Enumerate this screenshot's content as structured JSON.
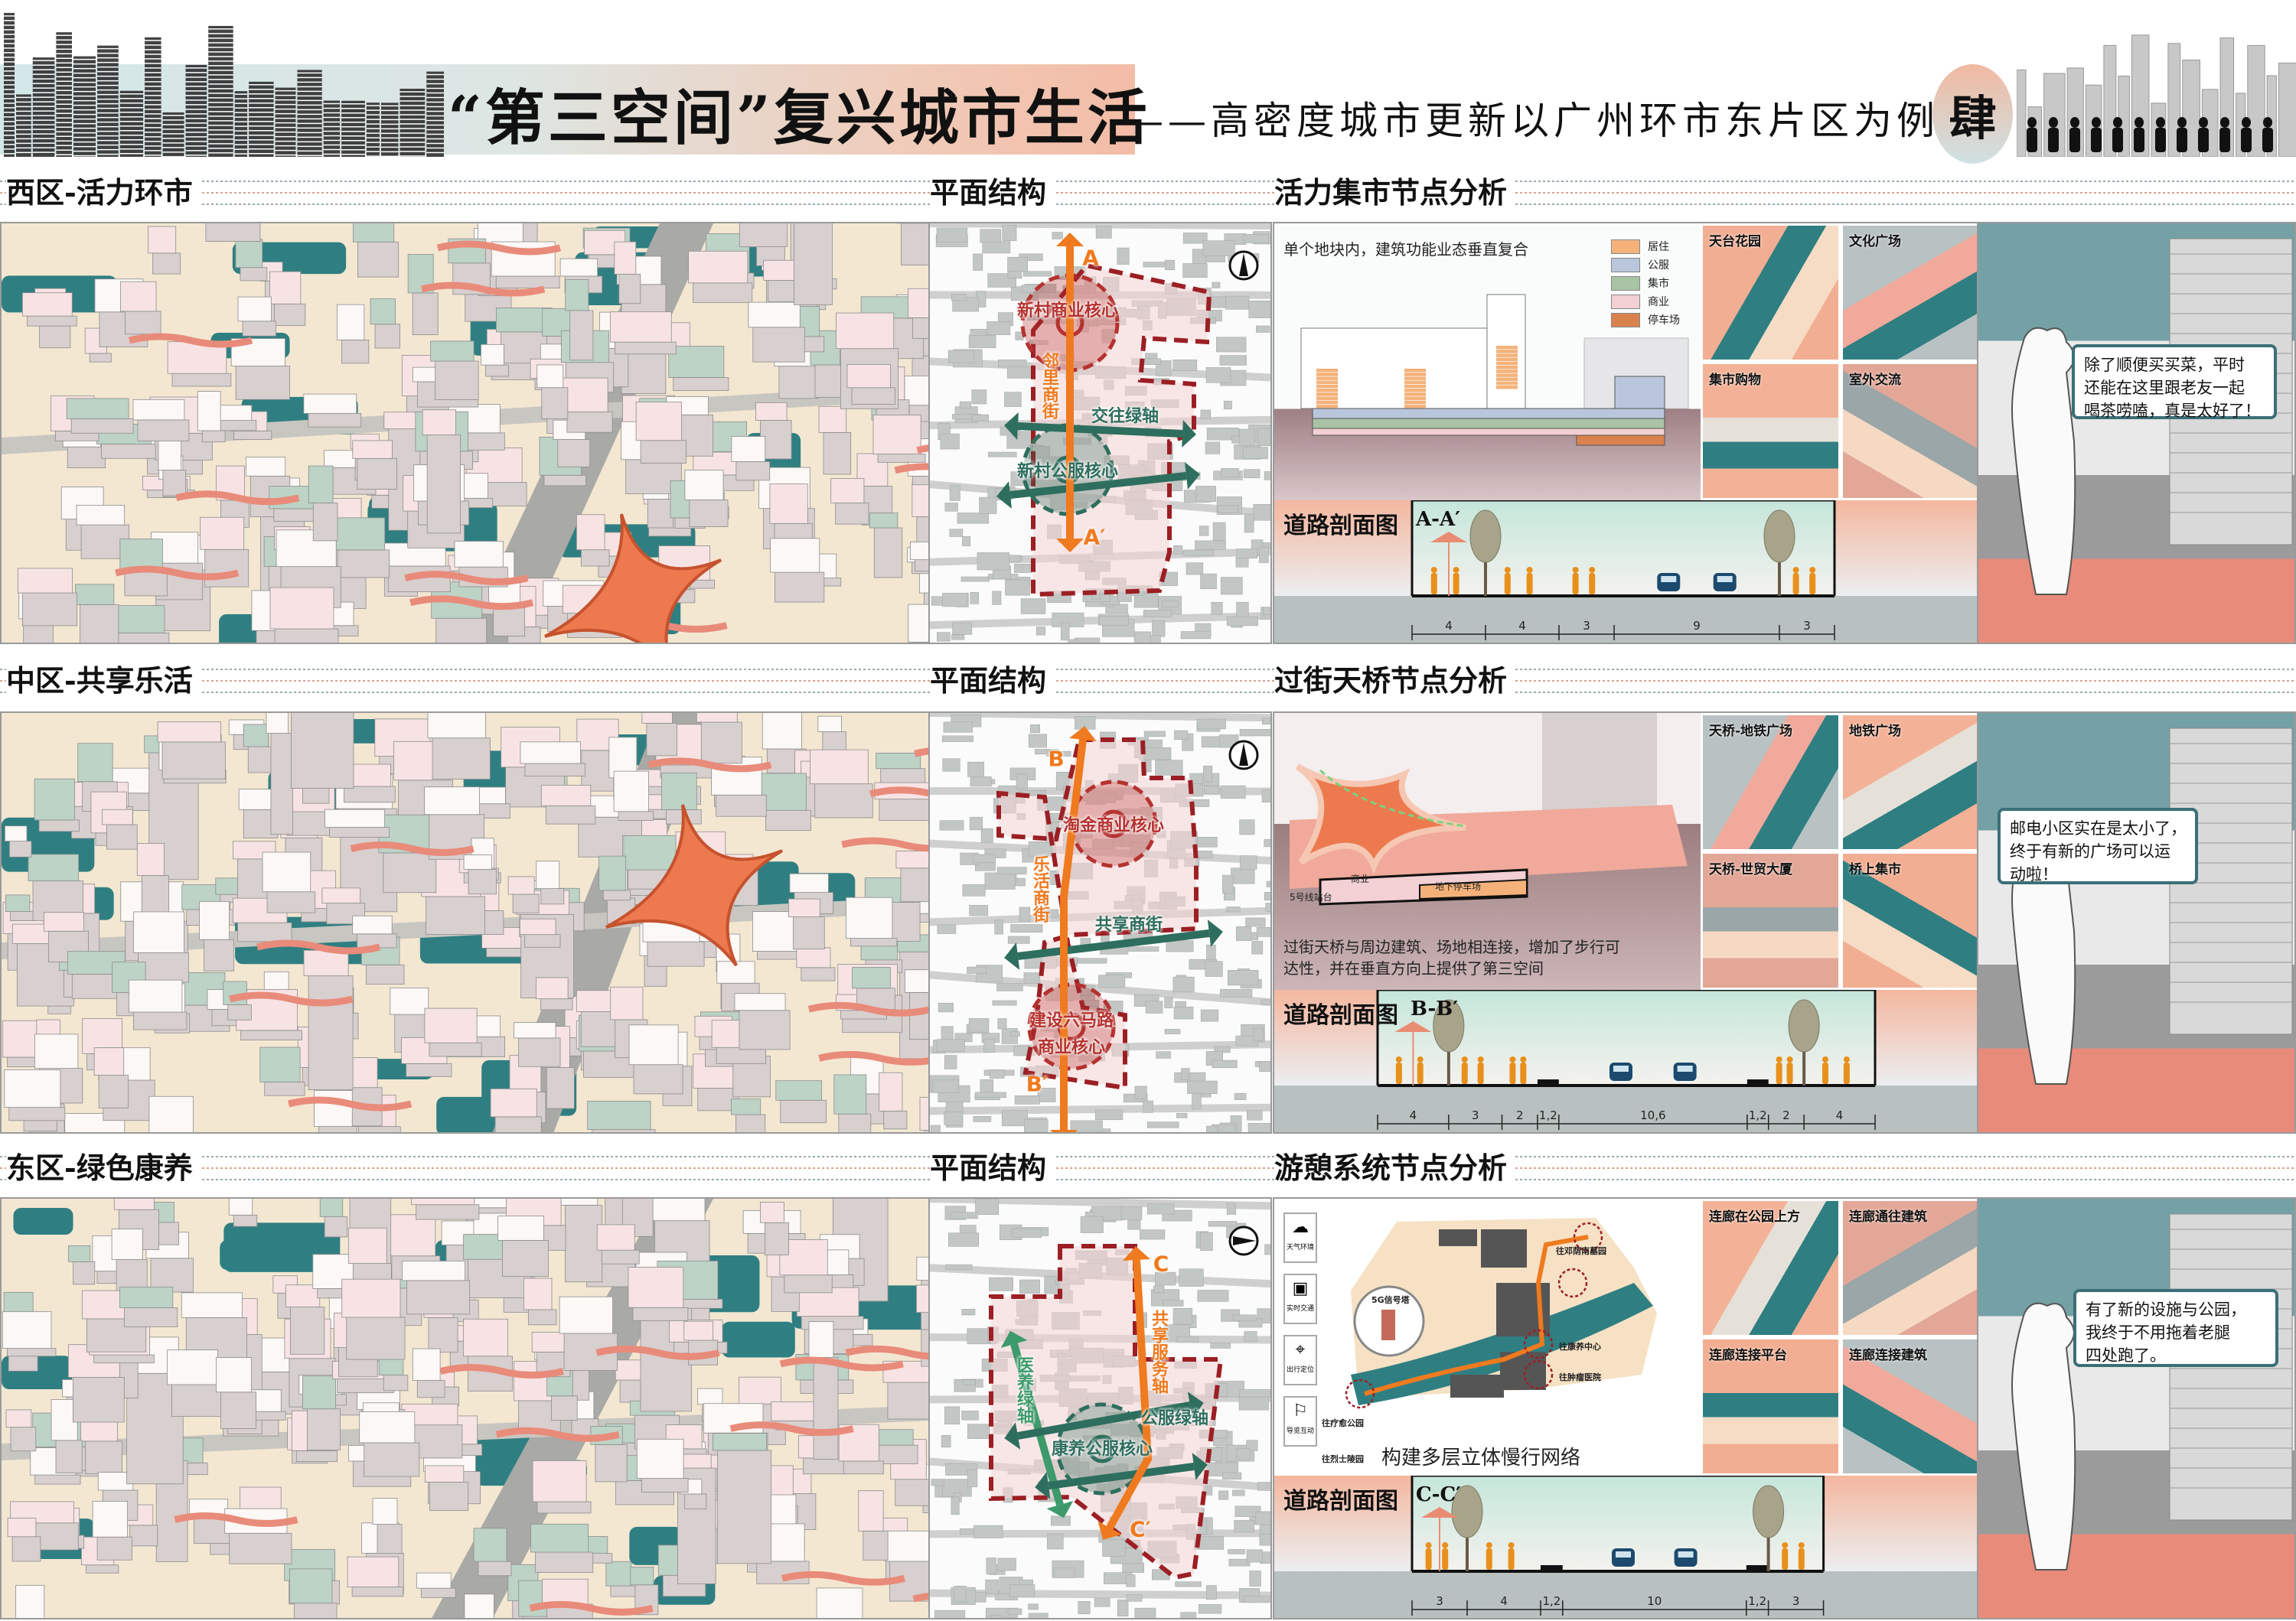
{
  "header": {
    "title": "“第三空间”复兴城市生活",
    "subtitle": "——高密度城市更新以广州环市东片区为例",
    "number": "肆"
  },
  "colors": {
    "orange_axis": "#ef7a1f",
    "green_axis": "#2e6e5e",
    "light_green_axis": "#3d9a6a",
    "commercial_core": "#b5322f",
    "boundary": "#9b1f24",
    "teal": "#2f7f82",
    "salmon": "#f2ae92",
    "pavement": "#e98b7a",
    "person": "#e8901c",
    "car": "#1c4a6e"
  },
  "rows": [
    {
      "district_title": "西区-活力环市",
      "plan_title": "平面结构",
      "node_title": "活力集市节点分析",
      "north": "up",
      "plan_labels": [
        "A",
        "新村商业核心",
        "邻里商街",
        "交往绿轴",
        "新村公服核心",
        "A′"
      ],
      "node": {
        "caption": "单个地块内，建筑功能业态垂直复合",
        "legend": [
          {
            "label": "居住",
            "color": "#f4b27a"
          },
          {
            "label": "公服",
            "color": "#b9c6dc"
          },
          {
            "label": "集市",
            "color": "#a9c3a5"
          },
          {
            "label": "商业",
            "color": "#f2d0d4"
          },
          {
            "label": "停车场",
            "color": "#d9824e"
          }
        ]
      },
      "thumbnails": [
        "天台花园",
        "文化广场",
        "集市购物",
        "室外交流"
      ],
      "section": {
        "title": "道路剖面图",
        "id": "A-A′",
        "dims": [
          4,
          4,
          3,
          9,
          3
        ],
        "dim_labels": [
          "4",
          "4",
          "3",
          "9",
          "3"
        ]
      },
      "speech": [
        "除了顺便买买菜，平时",
        "还能在这里跟老友一起",
        "喝茶唠嗑，真是太好了！"
      ]
    },
    {
      "district_title": "中区-共享乐活",
      "plan_title": "平面结构",
      "node_title": "过街天桥节点分析",
      "north": "up",
      "plan_labels": [
        "B",
        "淘金商业核心",
        "乐活商街",
        "共享商街",
        "建设六马路",
        "商业核心",
        "B′"
      ],
      "node": {
        "caption": [
          "过街天桥与周边建筑、场地相连接，增加了步行可",
          "达性，并在垂直方向上提供了第三空间"
        ],
        "labels": [
          "商业",
          "地下停车场",
          "5号线站台"
        ]
      },
      "thumbnails": [
        "天桥-地铁广场",
        "地铁广场",
        "天桥-世贸大厦",
        "桥上集市"
      ],
      "section": {
        "title": "道路剖面图",
        "id": "B-B′",
        "dims": [
          4,
          3,
          2,
          1.2,
          10.6,
          1.2,
          2,
          4
        ],
        "dim_labels": [
          "4",
          "3",
          "2",
          "1,2",
          "10,6",
          "1,2",
          "2",
          "4"
        ]
      },
      "speech": [
        "邮电小区实在是太小了，",
        "终于有新的广场可以运",
        "动啦！"
      ]
    },
    {
      "district_title": "东区-绿色康养",
      "plan_title": "平面结构",
      "node_title": "游憩系统节点分析",
      "north": "right",
      "plan_labels": [
        "C",
        "共享服务轴",
        "医养绿轴",
        "公服绿轴",
        "康养公服核心",
        "C′"
      ],
      "node": {
        "icons": [
          {
            "label": "天气环境",
            "icon": "cloud-icon"
          },
          {
            "label": "实时交通",
            "icon": "bus-icon"
          },
          {
            "label": "出行定位",
            "icon": "location-pin-icon"
          },
          {
            "label": "导览互动",
            "icon": "guide-person-icon"
          }
        ],
        "tower": "5G信号塔",
        "map_labels": [
          "往邓荫南墓园",
          "往康养中心",
          "往肿瘤医院",
          "往疗愈公园",
          "往烈士陵园"
        ],
        "caption": "构建多层立体慢行网络"
      },
      "thumbnails": [
        "连廊在公园上方",
        "连廊通往建筑",
        "连廊连接平台",
        "连廊连接建筑"
      ],
      "section": {
        "title": "道路剖面图",
        "id": "C-C′",
        "dims": [
          3,
          4,
          1.2,
          10,
          1.2,
          3
        ],
        "dim_labels": [
          "3",
          "4",
          "1,2",
          "10",
          "1,2",
          "3"
        ]
      },
      "speech": [
        "有了新的设施与公园，",
        "我终于不用拖着老腿",
        "四处跑了。"
      ]
    }
  ]
}
